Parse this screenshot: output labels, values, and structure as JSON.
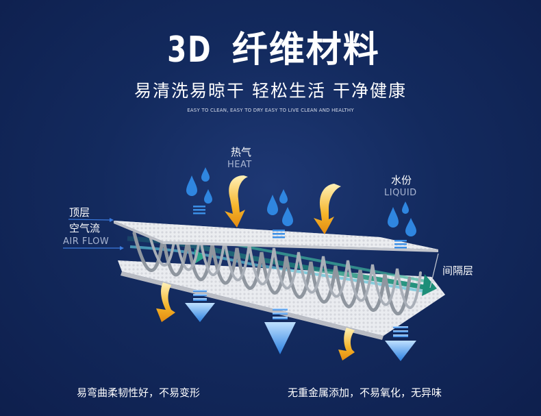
{
  "title": {
    "bold": "3D",
    "text": "纤维材料"
  },
  "subtitle": "易清洗易晾干  轻松生活  干净健康",
  "subtitle_en": "EASY TO CLEAN, EASY TO DRY EASY TO LIVE CLEAN AND HEALTHY",
  "labels": {
    "heat_cn": "热气",
    "heat_en": "HEAT",
    "liquid_cn": "水份",
    "liquid_en": "LIQUID",
    "top_layer": "顶层",
    "airflow_cn": "空气流",
    "airflow_en": "AIR FLOW",
    "spacer_layer": "间隔层"
  },
  "footer": {
    "left": "易弯曲柔韧性好，不易变形",
    "right": "无重金属添加，不易氧化，无异味"
  },
  "colors": {
    "background": "#0f2150",
    "heat_arrow": "#f5b52a",
    "water_arrow": "#3b8fe6",
    "drop": "#2f86e0",
    "fiber": "#9aa1aa"
  }
}
